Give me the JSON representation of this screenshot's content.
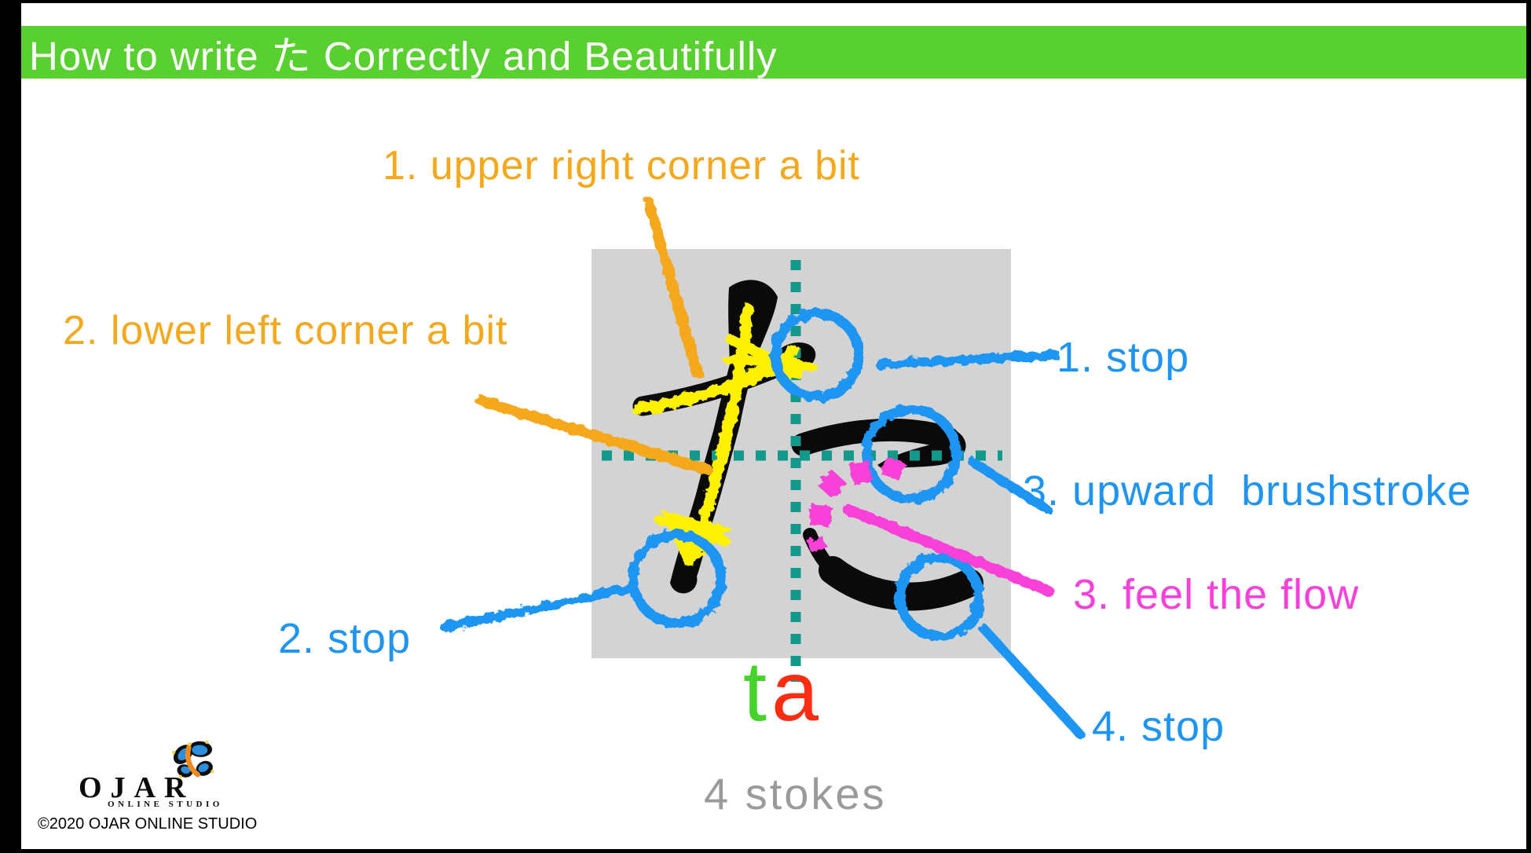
{
  "title": {
    "text": "How to write た Correctly and Beautifully"
  },
  "annotations": {
    "upper_right": "1. upper right corner a bit",
    "lower_left": "2. lower left corner a bit",
    "stop1": "1. stop",
    "upward": "3. upward  brushstroke",
    "feel_the_flow": "3. feel the flow",
    "stop2": "2. stop",
    "stop4": "4. stop"
  },
  "character": {
    "glyph": "た",
    "romaji_t": "t",
    "romaji_a": "a",
    "stroke_count_label": "4 stokes"
  },
  "footer": {
    "logo_main": "OJAR",
    "logo_sub": "ONLINE STUDIO",
    "copyright": "©2020 OJAR ONLINE STUDIO"
  },
  "colors": {
    "header_green": "#58D02F",
    "orange": "#F5A81B",
    "blue": "#1E95F3",
    "magenta": "#F93FD9",
    "teal": "#12998C",
    "yellow": "#FFF100",
    "box_gray": "#D3D3D3",
    "ink": "#0A0A0A",
    "t_green": "#45D42B",
    "a_red": "#FB2C12",
    "muted_gray": "#9A9A9A"
  }
}
